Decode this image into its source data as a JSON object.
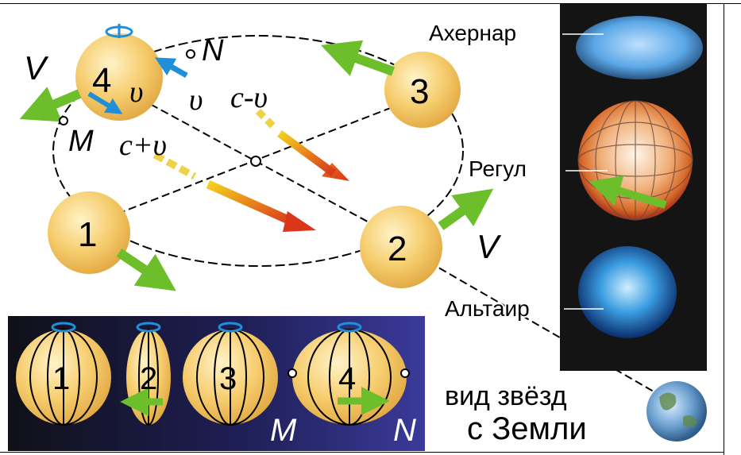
{
  "stars": {
    "main": {
      "s1": "1",
      "s2": "2",
      "s3": "3",
      "s4": "4"
    },
    "bottom": {
      "b1": "1",
      "b2": "2",
      "b3": "3",
      "b4": "4"
    }
  },
  "symbols": {
    "V_left": "V",
    "V_right": "V",
    "v_small_1": "υ",
    "v_small_2": "υ",
    "c_minus_v": "c-υ",
    "c_plus_v": "c+υ",
    "M": "M",
    "N": "N",
    "M_bottom": "M",
    "N_bottom": "N"
  },
  "named_stars": {
    "achernar": "Ахернар",
    "regulus": "Регул",
    "altair": "Альтаир"
  },
  "caption": {
    "line1": "вид звёзд",
    "line2": "с Земли"
  },
  "colors": {
    "star_fill": "#f6c860",
    "green_arrow": "#6cbf2a",
    "blue_arrow": "#1e8fd8",
    "orange_arrow": "#e0521a",
    "panel_dark": "#141414",
    "bottom_panel": "#2a2a70"
  }
}
